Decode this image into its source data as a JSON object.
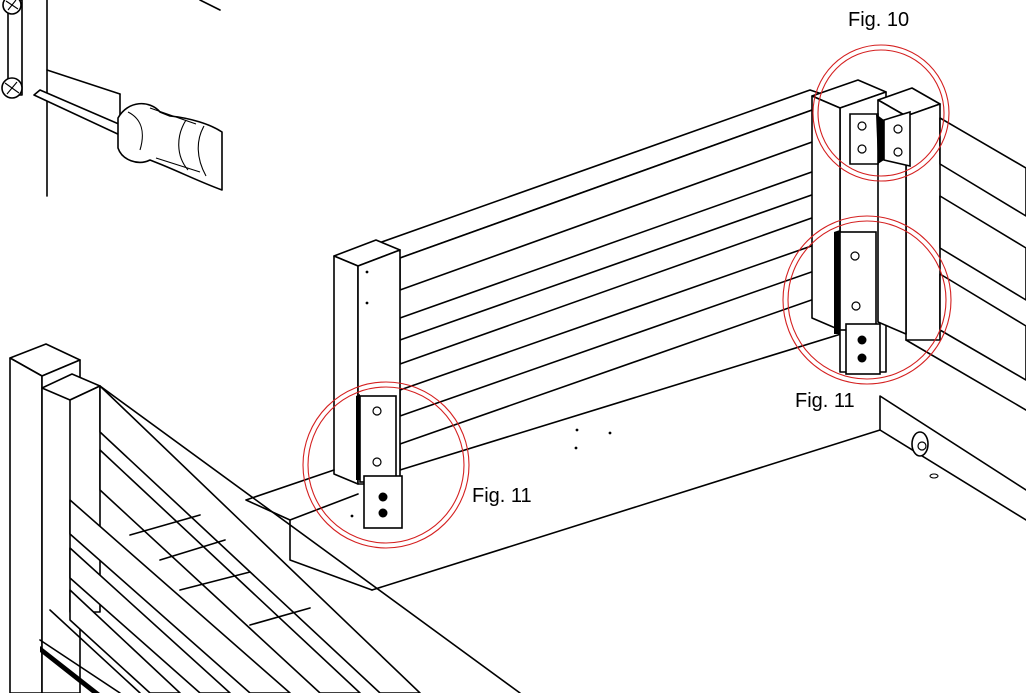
{
  "figure": {
    "callouts": {
      "fig10": {
        "label": "Fig. 10"
      },
      "fig11_right": {
        "label": "Fig. 11"
      },
      "fig11_left": {
        "label": "Fig. 11"
      }
    },
    "colors": {
      "line": "#000000",
      "callout_ring": "#d42020",
      "background": "#ffffff"
    },
    "icons": {
      "tool": "screwdriver-icon",
      "fastener": "screw-icon",
      "bracket": "l-bracket-icon"
    }
  }
}
